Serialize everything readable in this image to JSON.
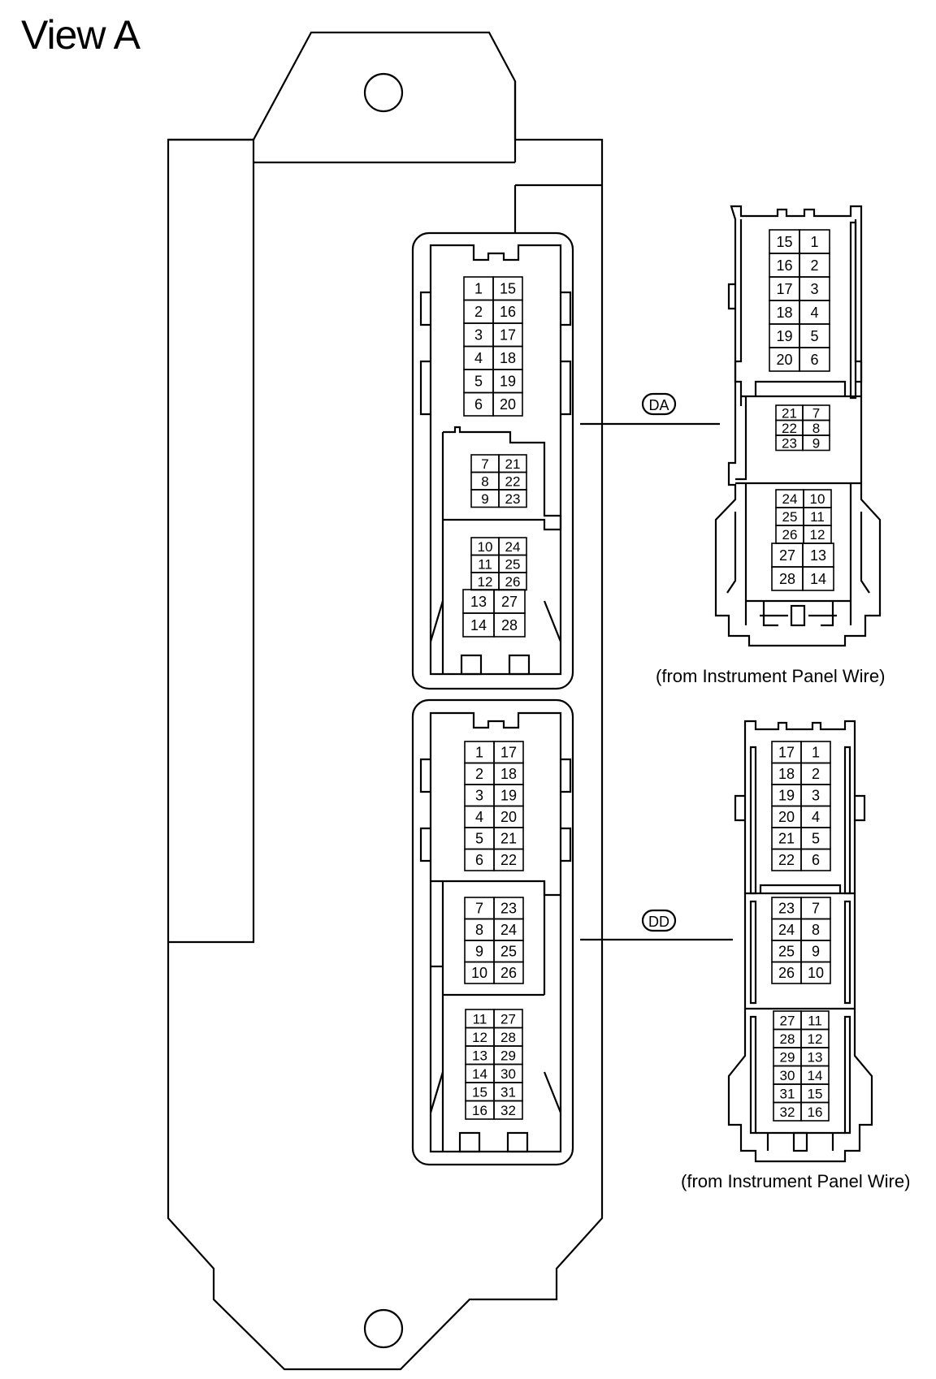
{
  "title": "View A",
  "ecu": {
    "connector_upper": {
      "blocks": [
        {
          "rows": [
            [
              "1",
              "15"
            ],
            [
              "2",
              "16"
            ],
            [
              "3",
              "17"
            ],
            [
              "4",
              "18"
            ],
            [
              "5",
              "19"
            ],
            [
              "6",
              "20"
            ]
          ]
        },
        {
          "rows": [
            [
              "7",
              "21"
            ],
            [
              "8",
              "22"
            ],
            [
              "9",
              "23"
            ]
          ]
        },
        {
          "rows": [
            [
              "10",
              "24"
            ],
            [
              "11",
              "25"
            ],
            [
              "12",
              "26"
            ]
          ]
        },
        {
          "rows": [
            [
              "13",
              "27"
            ],
            [
              "14",
              "28"
            ]
          ]
        }
      ]
    },
    "connector_lower": {
      "blocks": [
        {
          "rows": [
            [
              "1",
              "17"
            ],
            [
              "2",
              "18"
            ],
            [
              "3",
              "19"
            ],
            [
              "4",
              "20"
            ],
            [
              "5",
              "21"
            ],
            [
              "6",
              "22"
            ]
          ]
        },
        {
          "rows": [
            [
              "7",
              "23"
            ],
            [
              "8",
              "24"
            ],
            [
              "9",
              "25"
            ],
            [
              "10",
              "26"
            ]
          ]
        },
        {
          "rows": [
            [
              "11",
              "27"
            ],
            [
              "12",
              "28"
            ],
            [
              "13",
              "29"
            ],
            [
              "14",
              "30"
            ],
            [
              "15",
              "31"
            ],
            [
              "16",
              "32"
            ]
          ]
        }
      ]
    }
  },
  "connectors": [
    {
      "code": "DA",
      "caption": "(from Instrument Panel Wire)",
      "blocks": [
        {
          "rows": [
            [
              "15",
              "1"
            ],
            [
              "16",
              "2"
            ],
            [
              "17",
              "3"
            ],
            [
              "18",
              "4"
            ],
            [
              "19",
              "5"
            ],
            [
              "20",
              "6"
            ]
          ]
        },
        {
          "rows": [
            [
              "21",
              "7"
            ],
            [
              "22",
              "8"
            ],
            [
              "23",
              "9"
            ]
          ]
        },
        {
          "rows": [
            [
              "24",
              "10"
            ],
            [
              "25",
              "11"
            ],
            [
              "26",
              "12"
            ]
          ]
        },
        {
          "rows": [
            [
              "27",
              "13"
            ],
            [
              "28",
              "14"
            ]
          ]
        }
      ]
    },
    {
      "code": "DD",
      "caption": "(from Instrument Panel Wire)",
      "blocks": [
        {
          "rows": [
            [
              "17",
              "1"
            ],
            [
              "18",
              "2"
            ],
            [
              "19",
              "3"
            ],
            [
              "20",
              "4"
            ],
            [
              "21",
              "5"
            ],
            [
              "22",
              "6"
            ]
          ]
        },
        {
          "rows": [
            [
              "23",
              "7"
            ],
            [
              "24",
              "8"
            ],
            [
              "25",
              "9"
            ],
            [
              "26",
              "10"
            ]
          ]
        },
        {
          "rows": [
            [
              "27",
              "11"
            ],
            [
              "28",
              "12"
            ],
            [
              "29",
              "13"
            ],
            [
              "30",
              "14"
            ],
            [
              "31",
              "15"
            ],
            [
              "32",
              "16"
            ]
          ]
        }
      ]
    }
  ]
}
